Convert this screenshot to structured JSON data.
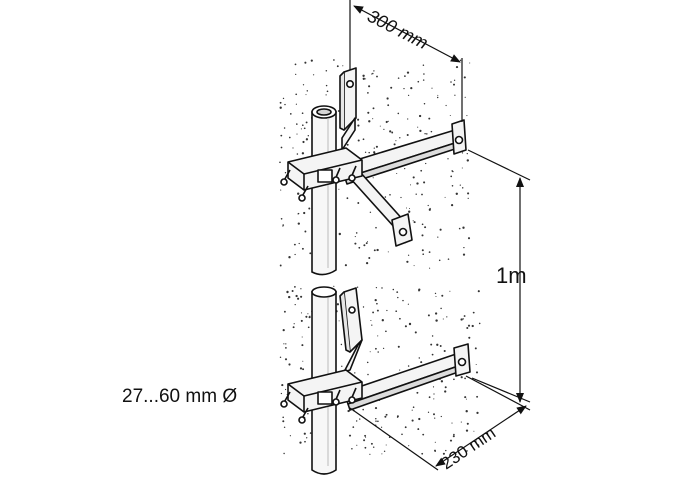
{
  "labels": {
    "top_depth": "300 mm",
    "height": "1m",
    "bottom_depth": "230 mm",
    "diameter": "27...60 mm Ø"
  },
  "colors": {
    "line": "#111111",
    "metal_fill": "#f4f4f4",
    "pipe_fill": "#f7f7f7",
    "wall_dots": "#333333"
  }
}
